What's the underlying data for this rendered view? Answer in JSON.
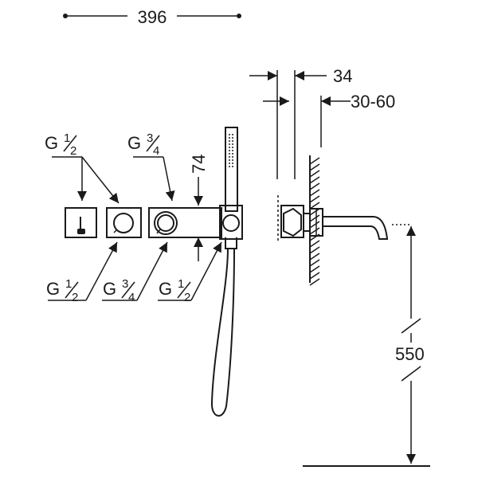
{
  "dimensions": {
    "overall_width": "396",
    "wall_depth": "34",
    "wall_range": "30-60",
    "height": "74",
    "spout_height": "550"
  },
  "connections_top": [
    {
      "letter": "G",
      "num": "1",
      "den": "2"
    },
    {
      "letter": "G",
      "num": "3",
      "den": "4"
    }
  ],
  "connections_bottom": [
    {
      "letter": "G",
      "num": "1",
      "den": "2"
    },
    {
      "letter": "G",
      "num": "3",
      "den": "4"
    },
    {
      "letter": "G",
      "num": "1",
      "den": "2"
    }
  ],
  "colors": {
    "line": "#1a1a1a",
    "background": "#ffffff"
  }
}
